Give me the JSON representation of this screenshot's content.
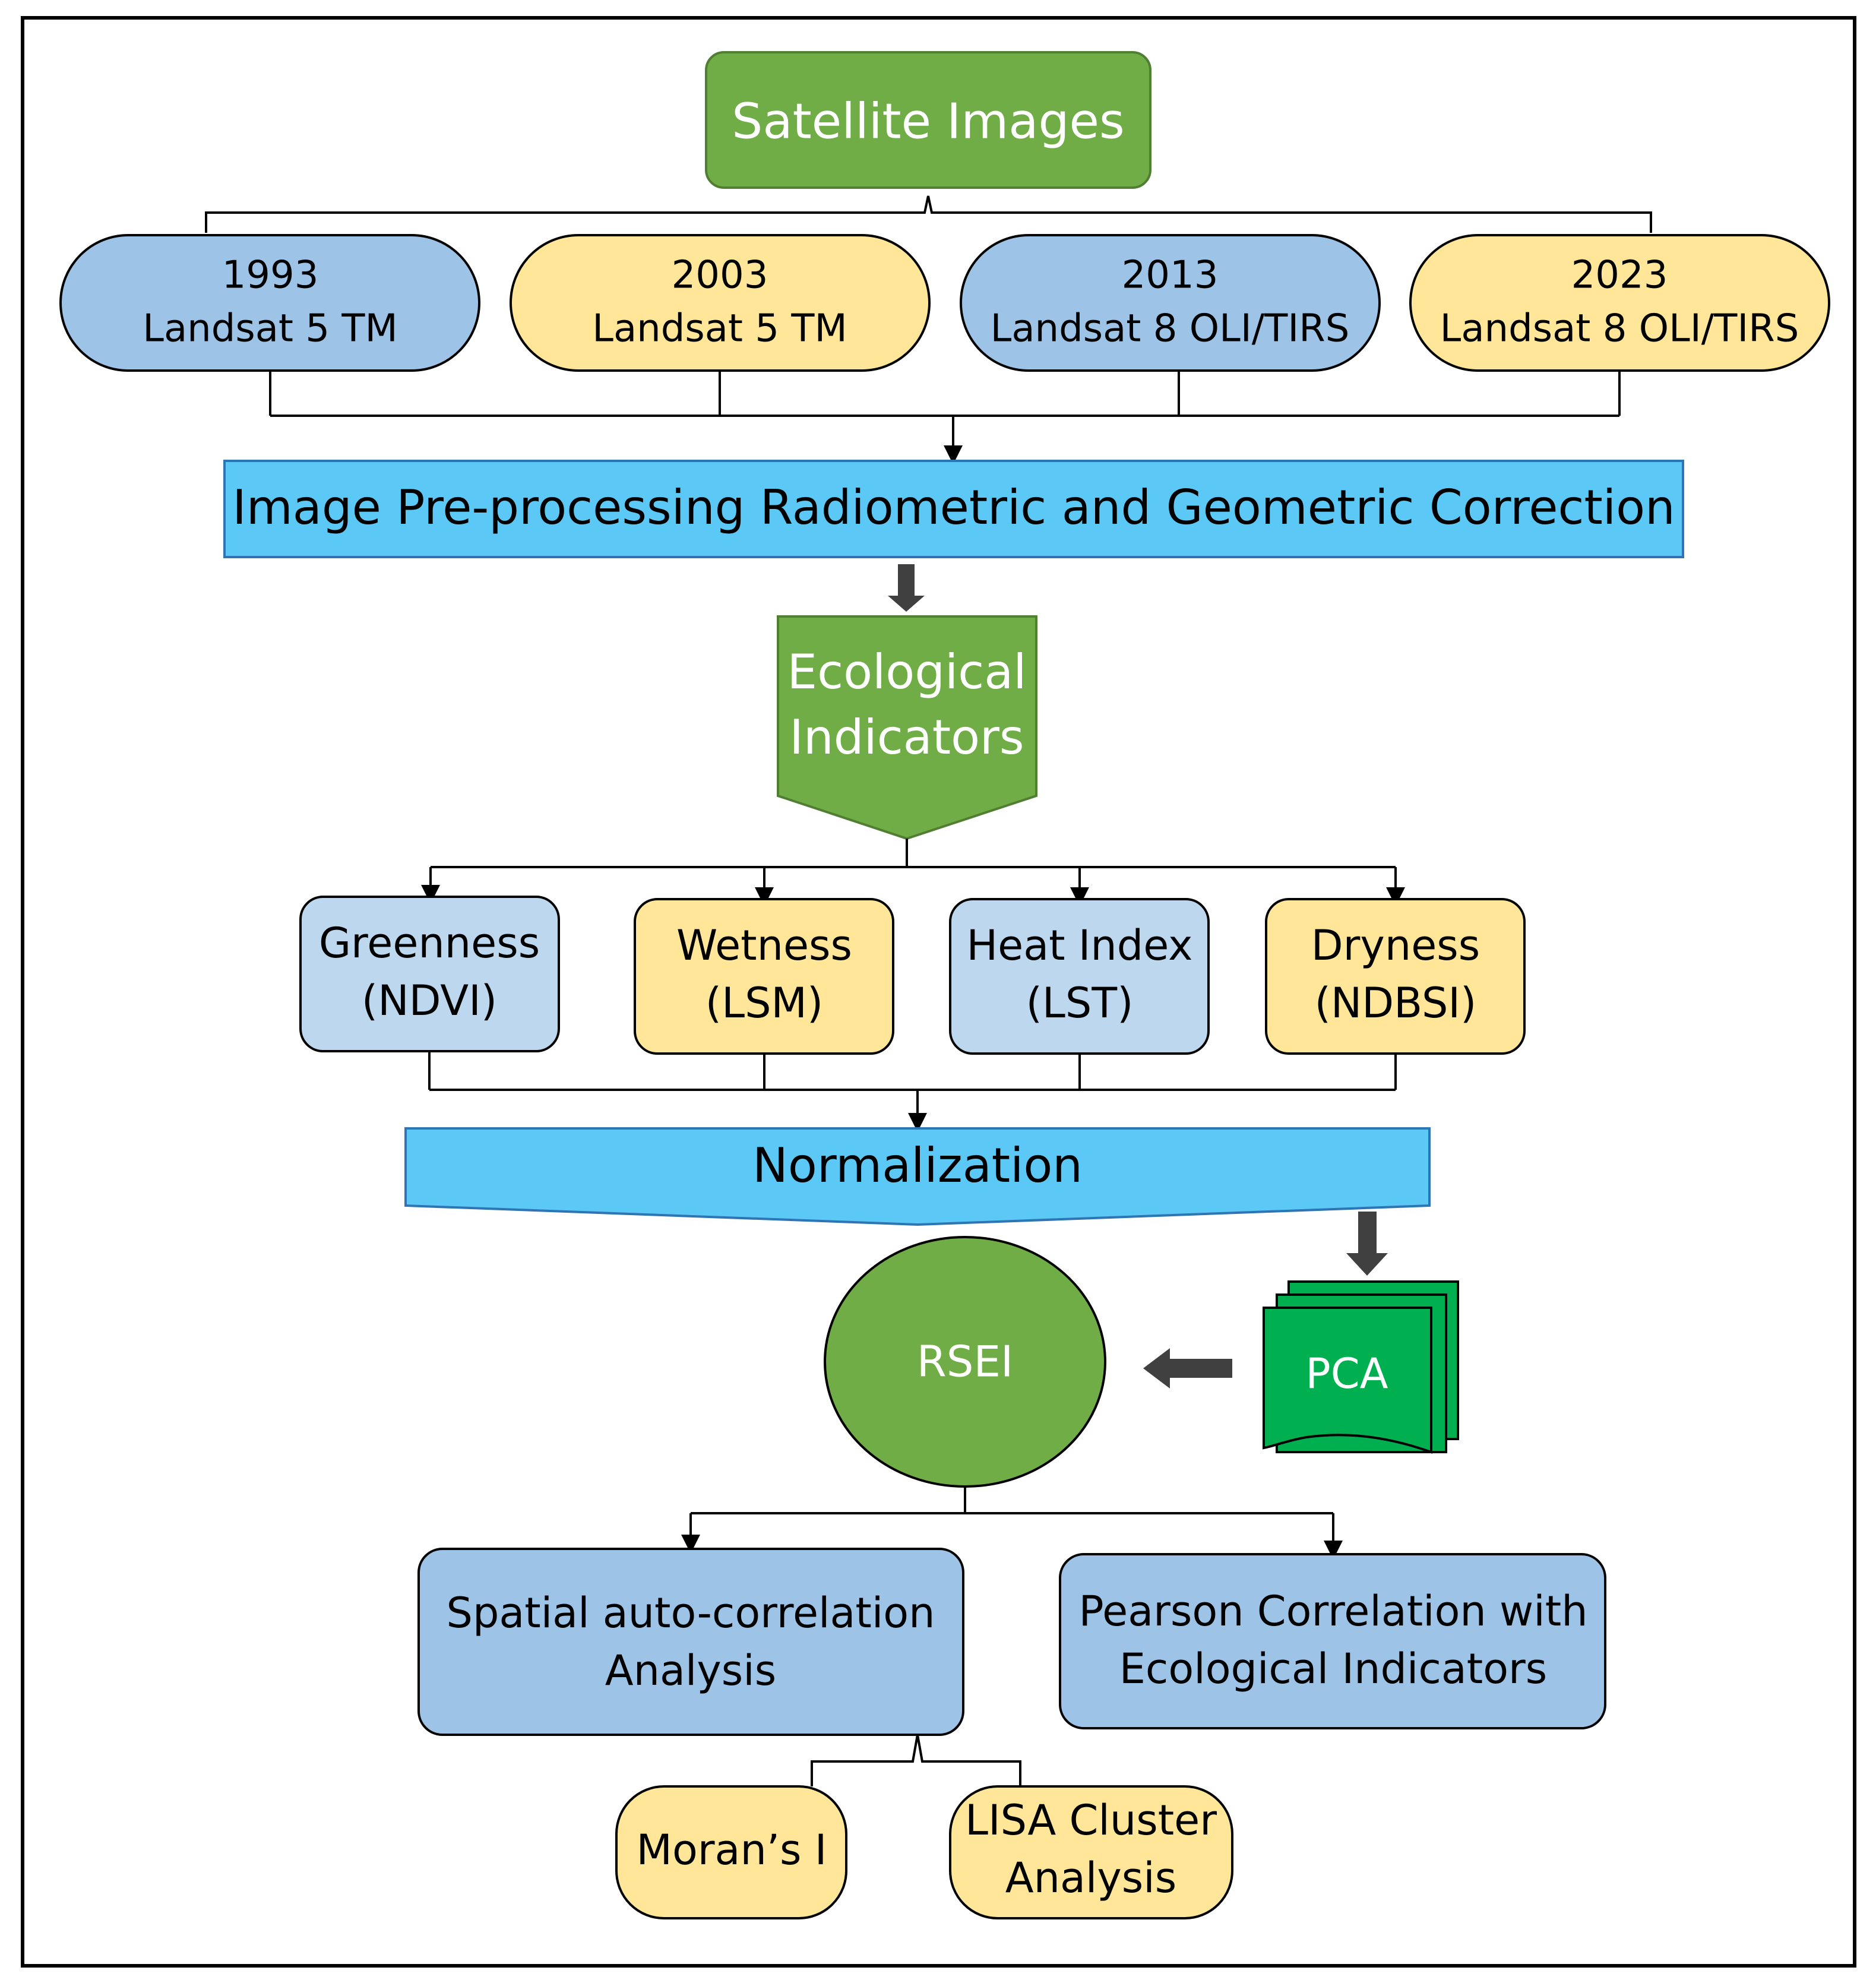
{
  "source": {
    "title": "Satellite Images",
    "datasets": [
      {
        "year": "1993",
        "sensor": "Landsat 5 TM"
      },
      {
        "year": "2003",
        "sensor": "Landsat 5 TM"
      },
      {
        "year": "2013",
        "sensor": "Landsat 8 OLI/TIRS"
      },
      {
        "year": "2023",
        "sensor": "Landsat 8 OLI/TIRS"
      }
    ]
  },
  "preprocessing": {
    "label": "Image Pre-processing Radiometric and Geometric Correction"
  },
  "ecological": {
    "line1": "Ecological",
    "line2": "Indicators"
  },
  "indicators": [
    {
      "name": "Greenness",
      "code": "(NDVI)"
    },
    {
      "name": "Wetness",
      "code": "(LSM)"
    },
    {
      "name": "Heat Index",
      "code": "(LST)"
    },
    {
      "name": "Dryness",
      "code": "(NDBSI)"
    }
  ],
  "normalization": {
    "label": "Normalization"
  },
  "pca": {
    "label": "PCA"
  },
  "rsei": {
    "label": "RSEI"
  },
  "analysis": {
    "spatial": {
      "line1": "Spatial auto-correlation",
      "line2": "Analysis"
    },
    "pearson": {
      "line1": "Pearson Correlation with",
      "line2": "Ecological Indicators"
    }
  },
  "outputs": {
    "morans": {
      "label": "Moran’s I"
    },
    "lisa": {
      "line1": "LISA Cluster",
      "line2": "Analysis"
    }
  },
  "colors": {
    "green": "#70AD47",
    "pca_green": "#00B050",
    "blue": "#9DC3E6",
    "light_blue": "#BDD7EE",
    "yellow": "#FFE699",
    "cyan": "#5BC8F5",
    "dark_arrow": "#404040"
  }
}
